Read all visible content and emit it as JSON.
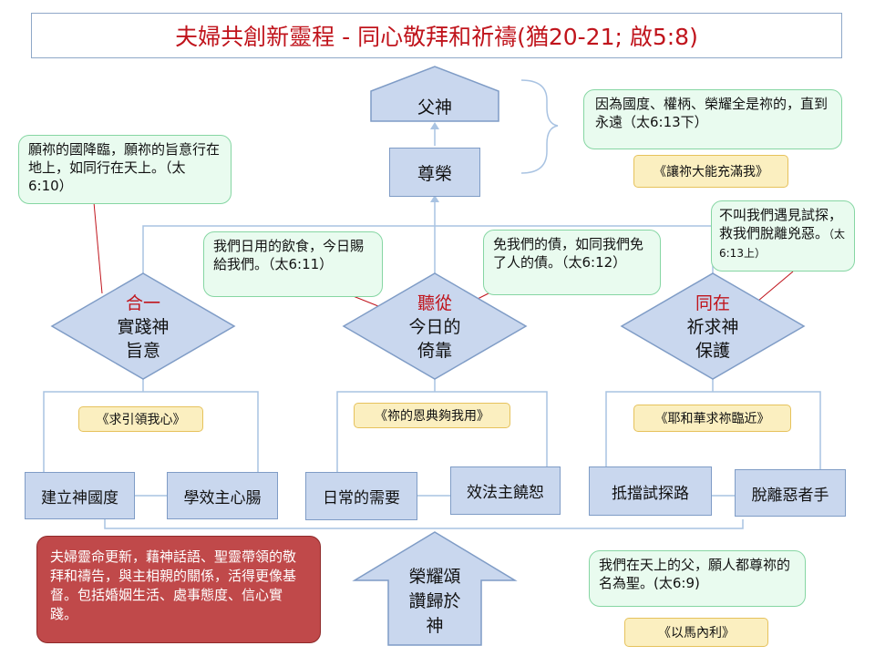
{
  "title": "夫婦共創新靈程 - 同心敬拜和祈禱(猶20-21; 啟5:8)",
  "top_arrow_label": "父神",
  "honor_label": "尊榮",
  "notes": {
    "kingdom": "因為國度、權柄、榮耀全是祢的，直到永遠（太6:13下）",
    "will": "願祢的國降臨，願祢的旨意行在地上，如同行在天上。（太6:10）",
    "bread": "我們日用的飲食，今日賜給我們。（太6:11）",
    "forgive": "免我們的債，如同我們免了人的債。（太6:12）",
    "deliver_line1": "不叫我們遇見試探，救我們脫離",
    "deliver_line2": "兇惡。",
    "deliver_ref": "（太6:13上）",
    "name": "我們在天上的父，願人都尊祢的名為聖。(太6:9)"
  },
  "tags": {
    "fill": "《讓祢大能充滿我》",
    "lead": "《求引領我心》",
    "grace": "《祢的恩典夠我用》",
    "near": "《耶和華求祢臨近》",
    "immanuel": "《以馬內利》"
  },
  "diamonds": [
    {
      "head": "合一",
      "body": "實踐神",
      "tail": "旨意"
    },
    {
      "head": "聽從",
      "body": "今日的",
      "tail": "倚靠"
    },
    {
      "head": "同在",
      "body": "祈求神",
      "tail": "保護"
    }
  ],
  "boxes": {
    "kingdom": "建立神國度",
    "heart": "學效主心腸",
    "needs": "日常的需要",
    "forgive": "效法主饒恕",
    "resist": "抵擋試探路",
    "evil": "脫離惡者手"
  },
  "bottom_arrow": {
    "line1": "榮耀頌",
    "line2": "讚歸於",
    "line3": "神"
  },
  "summary": "夫婦靈命更新，藉神話語、聖靈帶領的敬拜和禱告，與主相親的關係，活得更像基督。包括婚姻生活、處事態度、信心實踐。"
}
